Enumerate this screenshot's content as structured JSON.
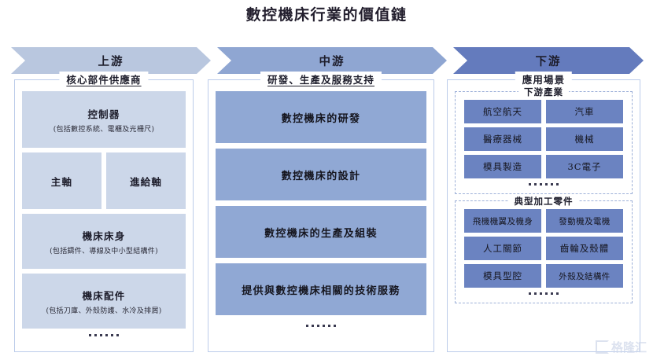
{
  "title": "數控機床行業的價值鏈",
  "arrows": [
    {
      "label": "上游",
      "color": "#b9c7df"
    },
    {
      "label": "中游",
      "color": "#8fa6d2"
    },
    {
      "label": "下游",
      "color": "#647bbd"
    }
  ],
  "columns": {
    "upstream": {
      "heading": "核心部件供應商",
      "boxes": [
        {
          "title": "控制器",
          "subtitle": "(包括數控系統、電櫃及光柵尺)"
        },
        {
          "title": "主軸",
          "subtitle": ""
        },
        {
          "title": "進給軸",
          "subtitle": ""
        },
        {
          "title": "機床床身",
          "subtitle": "(包括鑄件、導線及中小型結構件)"
        },
        {
          "title": "機床配件",
          "subtitle": "(包括刀庫、外殼防護、水冷及排屑)"
        }
      ],
      "ellipsis": "......"
    },
    "midstream": {
      "heading": "研發、生產及服務支持",
      "boxes": [
        {
          "title": "數控機床的研發"
        },
        {
          "title": "數控機床的設計"
        },
        {
          "title": "數控機床的生產及組裝"
        },
        {
          "title": "提供與數控機床相關的技術服務"
        }
      ],
      "ellipsis": "......"
    },
    "downstream": {
      "heading": "應用場景",
      "groups": [
        {
          "title": "下游產業",
          "chips": [
            "航空航天",
            "汽車",
            "醫療器械",
            "機械",
            "模具製造",
            "3C電子"
          ],
          "ellipsis": "......"
        },
        {
          "title": "典型加工零件",
          "chips": [
            "飛機機翼及機身",
            "發動機及電機",
            "人工關節",
            "齒輪及殼體",
            "模具型腔",
            "外殼及結構件"
          ],
          "ellipsis": "......"
        }
      ]
    }
  },
  "watermark": {
    "text": "格隆汇"
  },
  "palette": {
    "upstream_box": "#ccd7e9",
    "midstream_box": "#90a8d4",
    "downstream_chip": "#6b83c1",
    "border": "#bcccea",
    "dashed_border": "#9db0d8"
  }
}
